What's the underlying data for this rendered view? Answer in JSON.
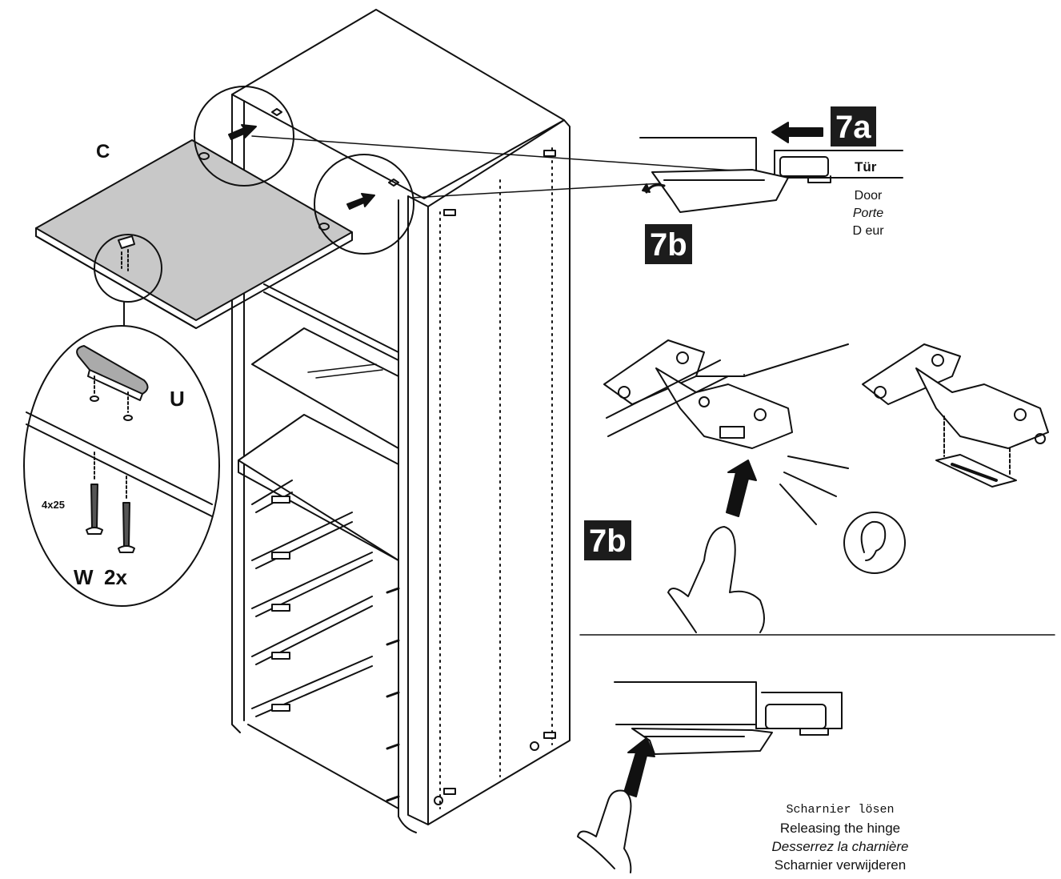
{
  "parts": {
    "panel": "C",
    "connector": "U",
    "screw": "W",
    "screw_qty": "2x",
    "screw_size": "4x25"
  },
  "steps": {
    "step_7a": "7a",
    "step_7b_top": "7b",
    "step_7b_mid": "7b"
  },
  "door_labels": {
    "de": "Tür",
    "en": "Door",
    "fr": "Porte",
    "nl": "D eur"
  },
  "caption": {
    "de": "Scharnier lösen",
    "en": "Releasing the hinge",
    "fr": "Desserrez la charnière",
    "nl": "Scharnier verwijderen"
  },
  "icons": {
    "ear": "ear-icon",
    "hand": "pointing-hand-icon",
    "arrow": "push-arrow-icon"
  }
}
